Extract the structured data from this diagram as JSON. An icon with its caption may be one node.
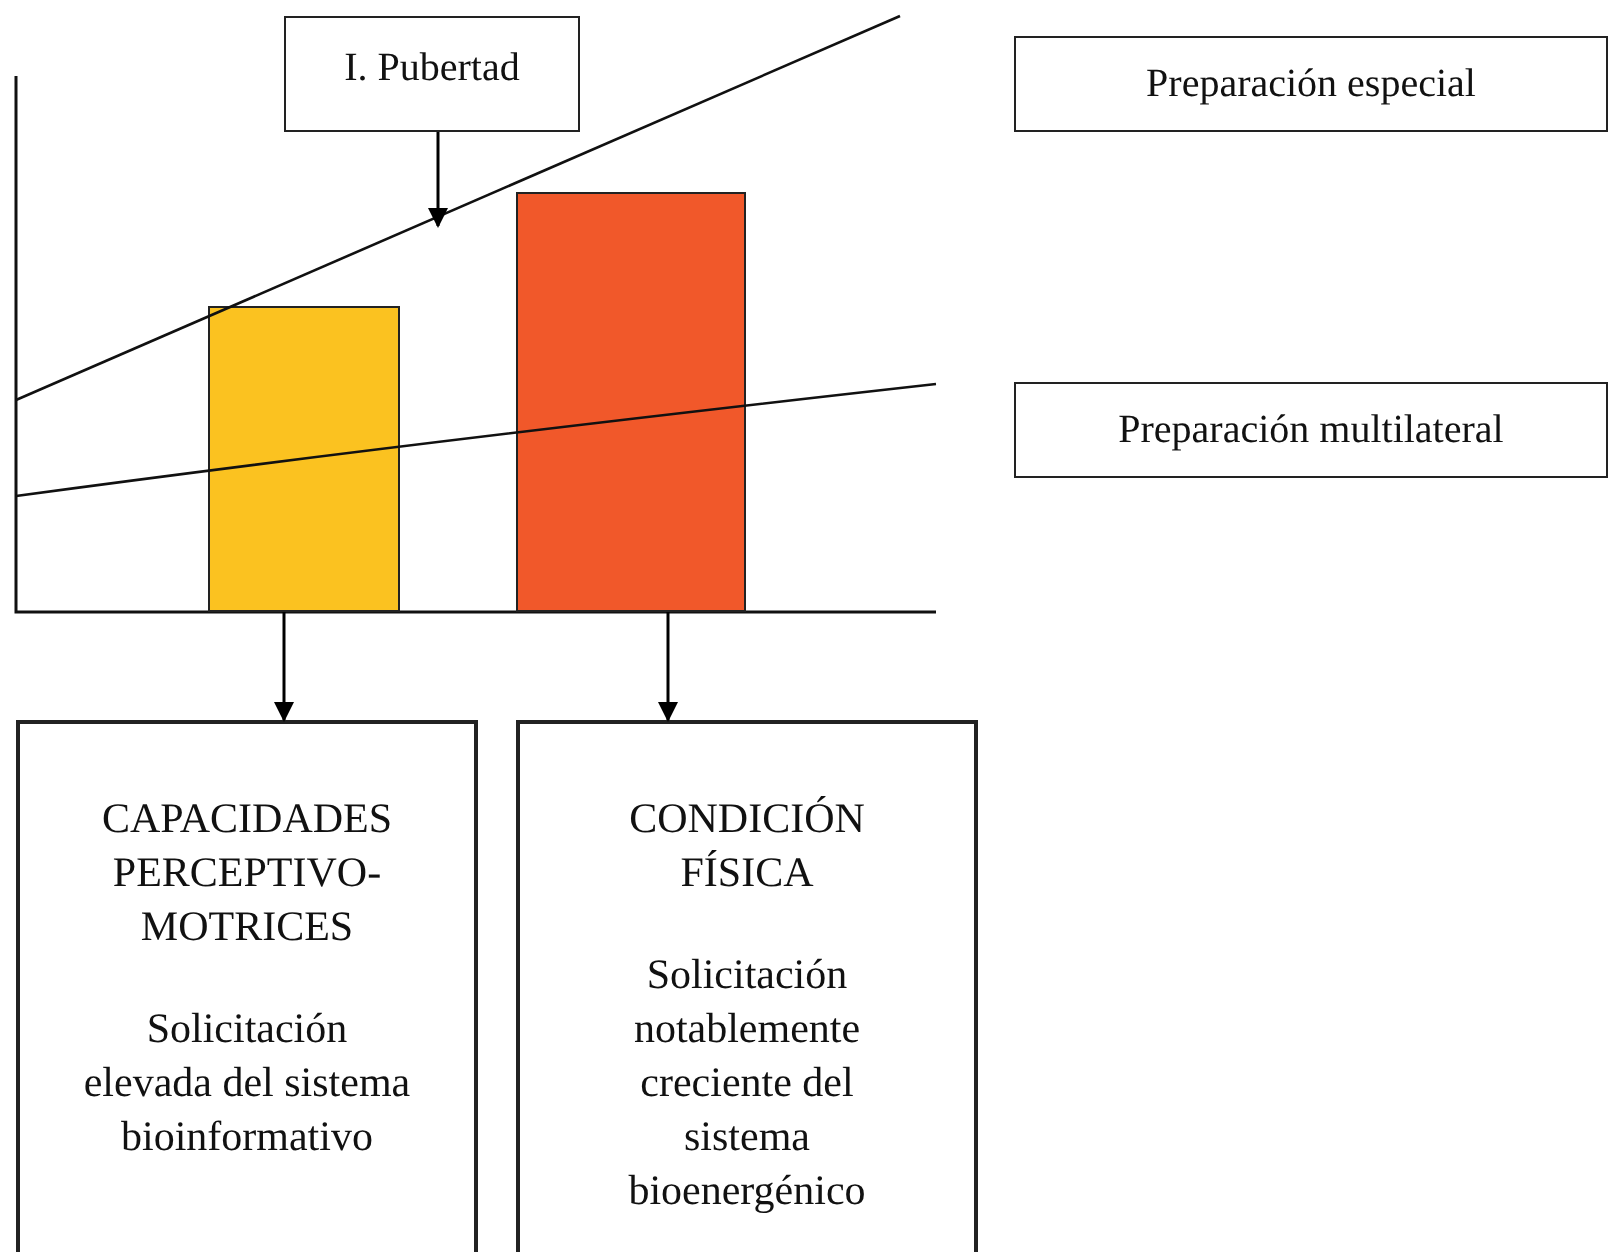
{
  "diagram": {
    "nodes": [
      {
        "text": [
          "I. Pubertad"
        ]
      },
      {
        "text": [
          "Preparación especial"
        ]
      },
      {
        "text": [
          "Preparación multilateral"
        ]
      },
      {
        "text": [],
        "shape": "bar"
      },
      {
        "text": [],
        "shape": "bar"
      },
      {
        "text": [
          "CAPACIDADES PERCEPTIVO-MOTRICES",
          "Solicitación elevada del sistema bioinformativo"
        ]
      },
      {
        "text": [
          "CONDICIÓN FÍSICA",
          "Solicitación notablemente creciente del sistema bioenergénico"
        ]
      }
    ],
    "edges": [
      {
        "from": 0,
        "to": null,
        "arrow": "to"
      },
      {
        "from": 3,
        "to": 5,
        "arrow": "to"
      },
      {
        "from": 4,
        "to": 6,
        "arrow": "to"
      }
    ]
  }
}
